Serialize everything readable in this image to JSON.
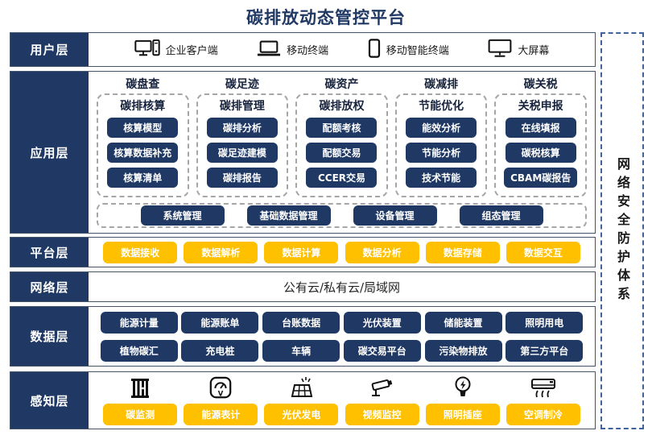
{
  "title": "碳排放动态管控平台",
  "security": {
    "label": "网络安全防护体系"
  },
  "layers": {
    "user": {
      "label": "用户层",
      "items": [
        {
          "icon": "desktop-pc-icon",
          "label": "企业客户端"
        },
        {
          "icon": "laptop-icon",
          "label": "移动终端"
        },
        {
          "icon": "smartphone-icon",
          "label": "移动智能终端"
        },
        {
          "icon": "big-screen-icon",
          "label": "大屏幕"
        }
      ]
    },
    "application": {
      "label": "应用层",
      "columns": [
        {
          "header": "碳盘查",
          "subheader": "碳排核算",
          "items": [
            "核算模型",
            "核算数据补充",
            "核算清单"
          ]
        },
        {
          "header": "碳足迹",
          "subheader": "碳排管理",
          "items": [
            "碳排分析",
            "碳足迹建模",
            "碳排报告"
          ]
        },
        {
          "header": "碳资产",
          "subheader": "碳排放权",
          "items": [
            "配额考核",
            "配额交易",
            "CCER交易"
          ]
        },
        {
          "header": "碳减排",
          "subheader": "节能优化",
          "items": [
            "能效分析",
            "节能分析",
            "技术节能"
          ]
        },
        {
          "header": "碳关税",
          "subheader": "关税申报",
          "items": [
            "在线填报",
            "碳税核算",
            "CBAM碳报告"
          ]
        }
      ],
      "common": [
        "系统管理",
        "基础数据管理",
        "设备管理",
        "组态管理"
      ]
    },
    "platform": {
      "label": "平台层",
      "items": [
        "数据接收",
        "数据解析",
        "数据计算",
        "数据分析",
        "数据存储",
        "数据交互"
      ]
    },
    "network": {
      "label": "网络层",
      "content": "公有云/私有云/局域网"
    },
    "data": {
      "label": "数据层",
      "rows": [
        [
          "能源计量",
          "能源账单",
          "台账数据",
          "光伏装置",
          "储能装置",
          "照明用电"
        ],
        [
          "植物碳汇",
          "充电桩",
          "车辆",
          "碳交易平台",
          "污染物排放",
          "第三方平台"
        ]
      ]
    },
    "perception": {
      "label": "感知层",
      "items": [
        {
          "icon": "carbon-monitor-icon",
          "label": "碳监测"
        },
        {
          "icon": "energy-meter-icon",
          "label": "能源表计"
        },
        {
          "icon": "solar-power-icon",
          "label": "光伏发电"
        },
        {
          "icon": "cctv-camera-icon",
          "label": "视频监控"
        },
        {
          "icon": "light-socket-icon",
          "label": "照明插座"
        },
        {
          "icon": "air-conditioner-icon",
          "label": "空调制冷"
        }
      ]
    }
  },
  "colors": {
    "navy": "#1F3864",
    "amber": "#FFC000"
  }
}
